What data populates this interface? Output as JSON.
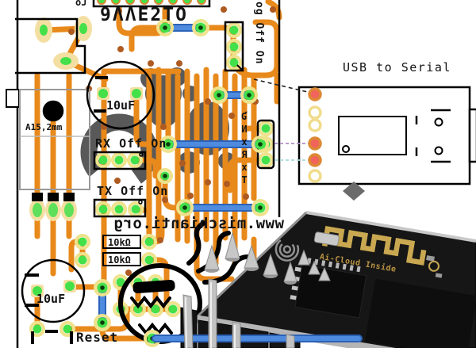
{
  "pcb": {
    "connector_fragment": "oJ",
    "mirrored_part_label": "9ΛΛE2TO",
    "prog_jumper_label": "og Off On",
    "regulator_dimension": "A15,2mm",
    "cap_top_label": "10uF",
    "cap_bottom_label": "10uF",
    "rx_jumper_label": "RX Off On",
    "tx_jumper_label": "TX Off On",
    "serial_pin_labels_vertical": "ƓͶxЯxT",
    "website_text": "www.mischianti.org",
    "resistor1_label": "10kΩ",
    "resistor2_label": "10kΩ",
    "reset_label": "Reset"
  },
  "usb_panel": {
    "title": "USB to Serial",
    "dots": [
      {
        "fill": "#F0645C",
        "stroke": "#DD8833"
      },
      {
        "fill": "#FFFFFF",
        "stroke": "#F0DC8C"
      },
      {
        "fill": "#FFFFFF",
        "stroke": "#F0DC8C"
      },
      {
        "fill": "#F0645C",
        "stroke": "#DD8833"
      },
      {
        "fill": "#F0645C",
        "stroke": "#DD8833"
      },
      {
        "fill": "#FFFFFF",
        "stroke": "#F0DC8C"
      }
    ]
  },
  "module": {
    "print": "Ai-Cloud Inside"
  },
  "colors": {
    "copper": "#E8891B",
    "via": "#AE5B22",
    "pad_green": "#44E04A",
    "pad_halo": "#EFE28C",
    "pad_beige": "#F4DFA3",
    "jumper_blue": "#4E8BDE",
    "jumper_blue_dark": "#2B62B8",
    "red_dot": "#F0645C",
    "hollow_ring": "#F0DC8C",
    "blob_gray": "#595959",
    "gold": "#C9A851",
    "board_black": "#161616",
    "pin_silver": "#C2C2C2"
  }
}
